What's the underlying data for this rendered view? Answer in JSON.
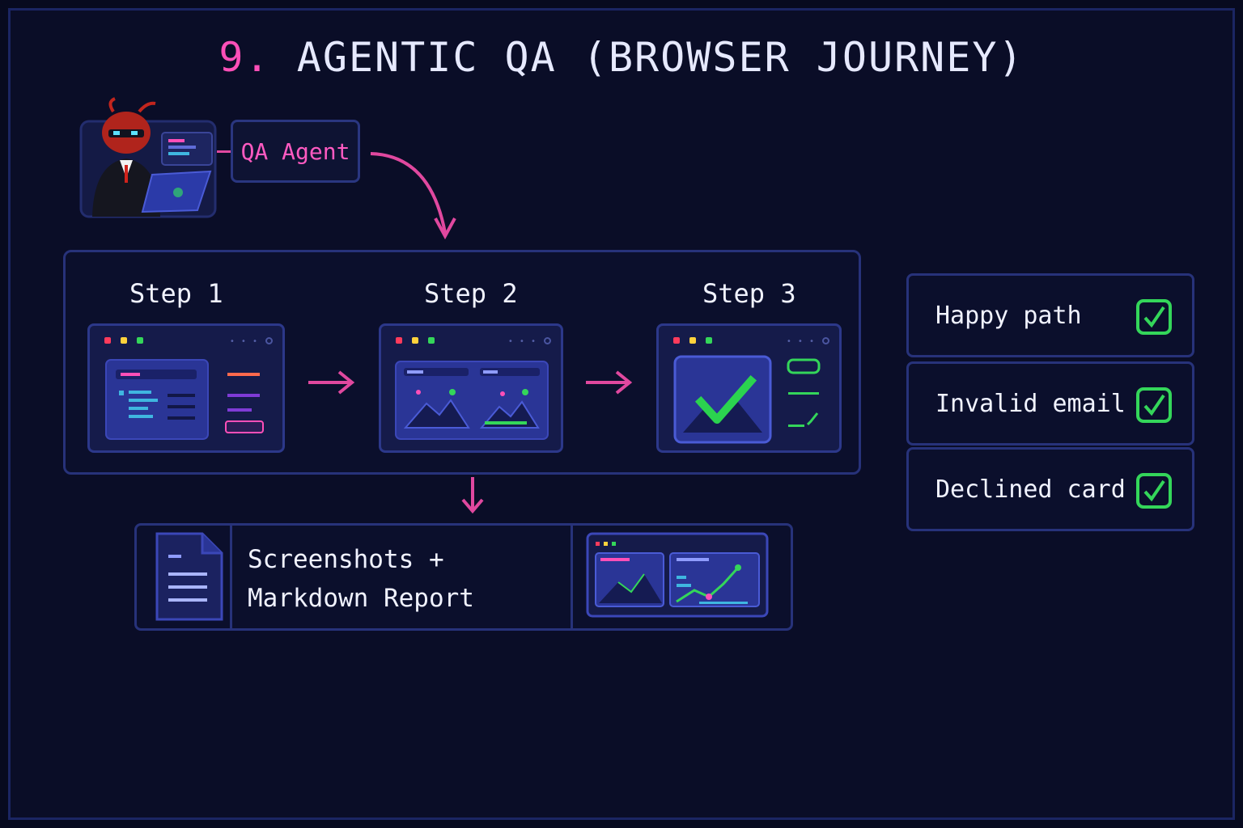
{
  "title": {
    "number": "9.",
    "text": "AGENTIC QA (BROWSER JOURNEY)"
  },
  "agent": {
    "label": "QA Agent"
  },
  "steps": [
    {
      "label": "Step 1"
    },
    {
      "label": "Step 2"
    },
    {
      "label": "Step 3"
    }
  ],
  "output": {
    "line1": "Screenshots +",
    "line2": "Markdown Report"
  },
  "checks": [
    {
      "label": "Happy path",
      "status": "passed"
    },
    {
      "label": "Invalid email",
      "status": "passed"
    },
    {
      "label": "Declined card",
      "status": "passed"
    }
  ],
  "colors": {
    "background": "#0a0d27",
    "accent_pink": "#ff4fb8",
    "check_green": "#34d65a",
    "panel_border": "#27327a"
  }
}
